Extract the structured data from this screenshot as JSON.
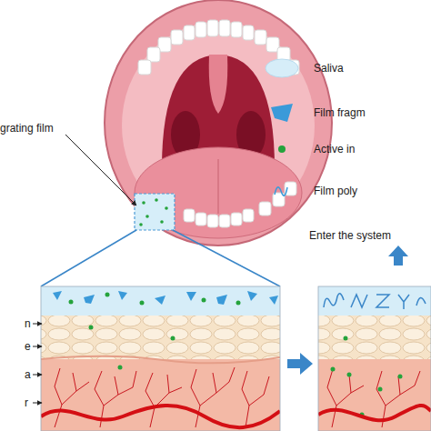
{
  "diagram": {
    "labels": [
      "grating film",
      "Enter the system",
      "n",
      "e",
      "a",
      "r"
    ],
    "legend": [
      {
        "text": "Saliva"
      },
      {
        "text": "Film fragm"
      },
      {
        "text": "Active in"
      },
      {
        "text": "Film poly"
      }
    ]
  }
}
